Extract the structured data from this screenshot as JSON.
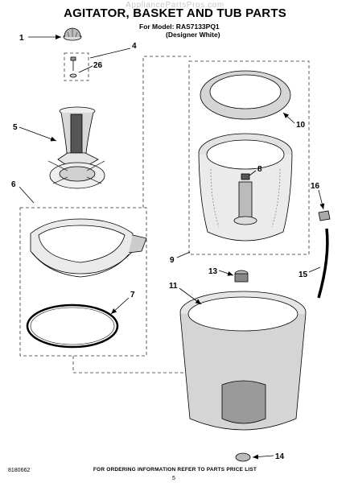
{
  "header": {
    "watermark": "AppliancePartsPros.com",
    "title": "AGITATOR, BASKET AND TUB PARTS",
    "model_line": "For Model: RAS7133PQ1",
    "color_line": "(Designer White)"
  },
  "callouts": [
    {
      "id": "1"
    },
    {
      "id": "4"
    },
    {
      "id": "26"
    },
    {
      "id": "5"
    },
    {
      "id": "6"
    },
    {
      "id": "7"
    },
    {
      "id": "10"
    },
    {
      "id": "8"
    },
    {
      "id": "16"
    },
    {
      "id": "9"
    },
    {
      "id": "15"
    },
    {
      "id": "13"
    },
    {
      "id": "11"
    },
    {
      "id": "14"
    }
  ],
  "footer": {
    "note": "FOR ORDERING INFORMATION REFER TO PARTS PRICE LIST",
    "doc_number": "8180662",
    "page_number": "5"
  }
}
